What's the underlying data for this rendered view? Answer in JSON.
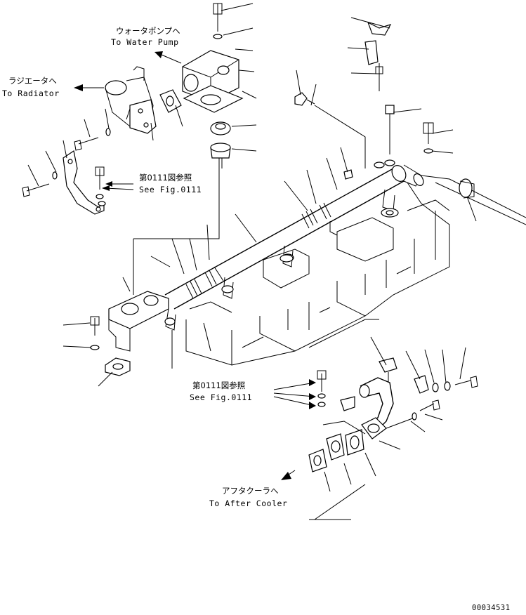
{
  "callouts": {
    "water_pump_jp": "ウォータポンプへ",
    "water_pump_en": "To Water Pump",
    "radiator_jp": "ラジエータへ",
    "radiator_en": "To Radiator",
    "fig_ref_upper_jp": "第0111図参照",
    "fig_ref_upper_en": "See Fig.0111",
    "fig_ref_lower_jp": "第0111図参照",
    "fig_ref_lower_en": "See Fig.0111",
    "after_cooler_jp": "アフタクーラへ",
    "after_cooler_en": "To After Cooler"
  },
  "drawing_number": "00034531"
}
